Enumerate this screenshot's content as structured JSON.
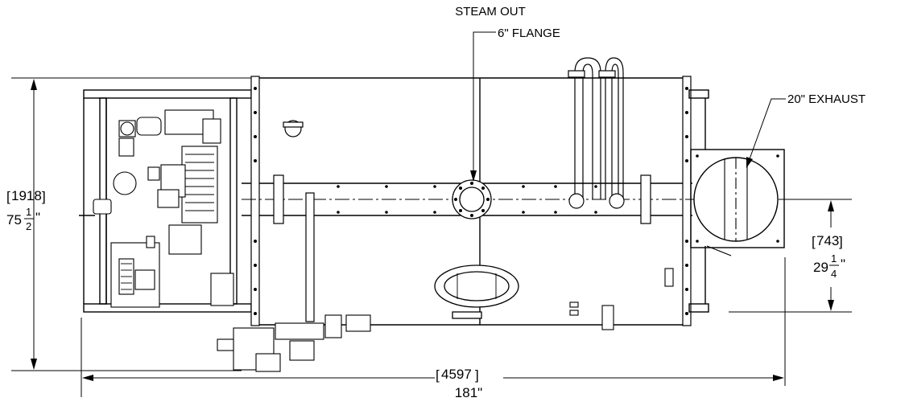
{
  "callouts": {
    "steam_out_line1": "STEAM OUT",
    "steam_out_line2": "6\" FLANGE",
    "exhaust": "20\" EXHAUST"
  },
  "dimensions": {
    "height_mm": "1918",
    "height_in_whole": "75",
    "height_in_num": "1",
    "height_in_den": "2",
    "centerline_mm": "743",
    "centerline_in_whole": "29",
    "centerline_in_num": "1",
    "centerline_in_den": "4",
    "length_mm": "4597",
    "length_in": "181\""
  }
}
